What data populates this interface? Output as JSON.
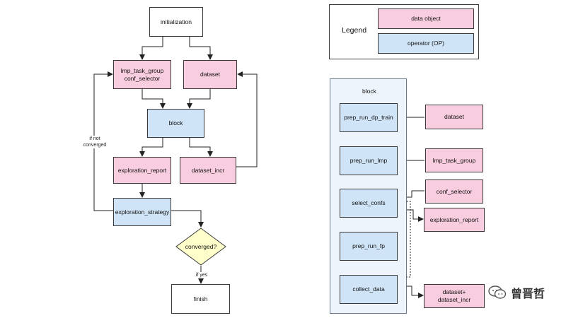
{
  "left_flow": {
    "initialization": "initialization",
    "lmp_task_group": "lmp_task_group\nconf_selector",
    "dataset": "dataset",
    "block": "block",
    "exploration_report": "exploration_report",
    "dataset_incr": "dataset_incr",
    "exploration_strategy": "exploration_strategy",
    "converged": "converged?",
    "finish": "finish",
    "if_not_converged": "if not\nconverged",
    "if_yes": "if yes"
  },
  "legend": {
    "title": "Legend",
    "data_object": "data object",
    "operator": "operator (OP)"
  },
  "block_detail": {
    "title": "block",
    "ops": [
      {
        "label": "prep_run_dp_train"
      },
      {
        "label": "prep_run_lmp"
      },
      {
        "label": "select_confs"
      },
      {
        "label": "prep_run_fp"
      },
      {
        "label": "collect_data"
      }
    ],
    "inputs": [
      {
        "label": "dataset"
      },
      {
        "label": "lmp_task_group"
      },
      {
        "label": "conf_selector"
      },
      {
        "label": "exploration_report"
      },
      {
        "label": "dataset+\ndataset_incr"
      }
    ]
  },
  "watermark": {
    "text": "曾晋哲"
  },
  "colors": {
    "data_object": "#f9cde0",
    "operator": "#cfe4f7",
    "block_bg": "#eef4fb",
    "decision": "#ffffcc"
  }
}
